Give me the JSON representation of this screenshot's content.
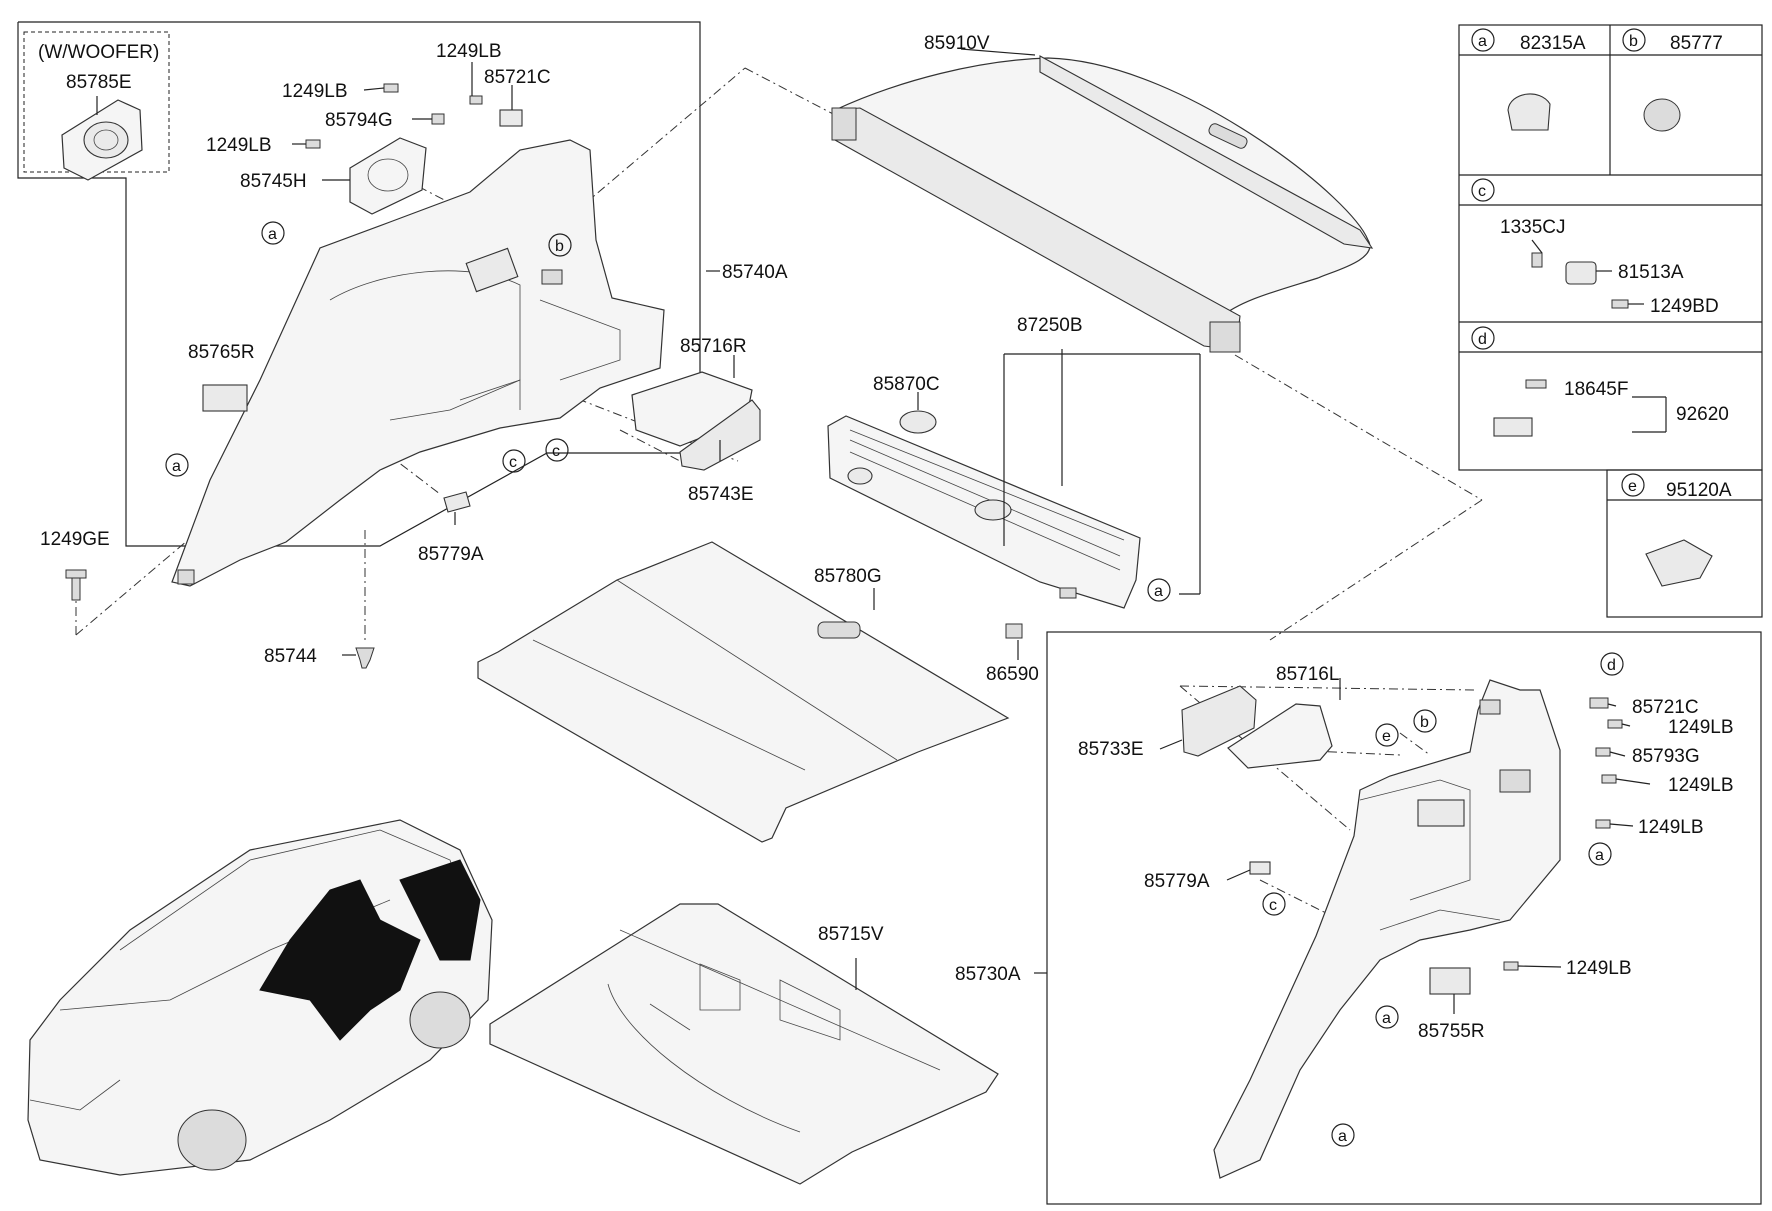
{
  "labels": {
    "w_woofer": "(W/WOOFER)",
    "p85785E": "85785E",
    "p1249LB_1": "1249LB",
    "p1249LB_2": "1249LB",
    "p85721C_1": "85721C",
    "p85794G": "85794G",
    "p1249LB_3": "1249LB",
    "p85745H": "85745H",
    "p85740A": "85740A",
    "p85765R": "85765R",
    "p85716R": "85716R",
    "p85743E": "85743E",
    "p1249GE": "1249GE",
    "p85779A_1": "85779A",
    "p85744": "85744",
    "p85910V": "85910V",
    "p87250B": "87250B",
    "p85870C": "85870C",
    "p86590": "86590",
    "p85780G": "85780G",
    "p85715V": "85715V",
    "p85716L": "85716L",
    "p85733E": "85733E",
    "p85721C_2": "85721C",
    "p1249LB_4": "1249LB",
    "p85793G": "85793G",
    "p1249LB_5": "1249LB",
    "p1249LB_6": "1249LB",
    "p85779A_2": "85779A",
    "p1249LB_7": "1249LB",
    "p85755R": "85755R",
    "p85730A": "85730A"
  },
  "callouts": {
    "a": "a",
    "b": "b",
    "c": "c",
    "d": "d",
    "e": "e"
  },
  "legend": {
    "a_part": "82315A",
    "b_part": "85777",
    "c_p1": "1335CJ",
    "c_p2": "81513A",
    "c_p3": "1249BD",
    "d_p1": "18645F",
    "d_p2": "92620",
    "e_part": "95120A"
  }
}
